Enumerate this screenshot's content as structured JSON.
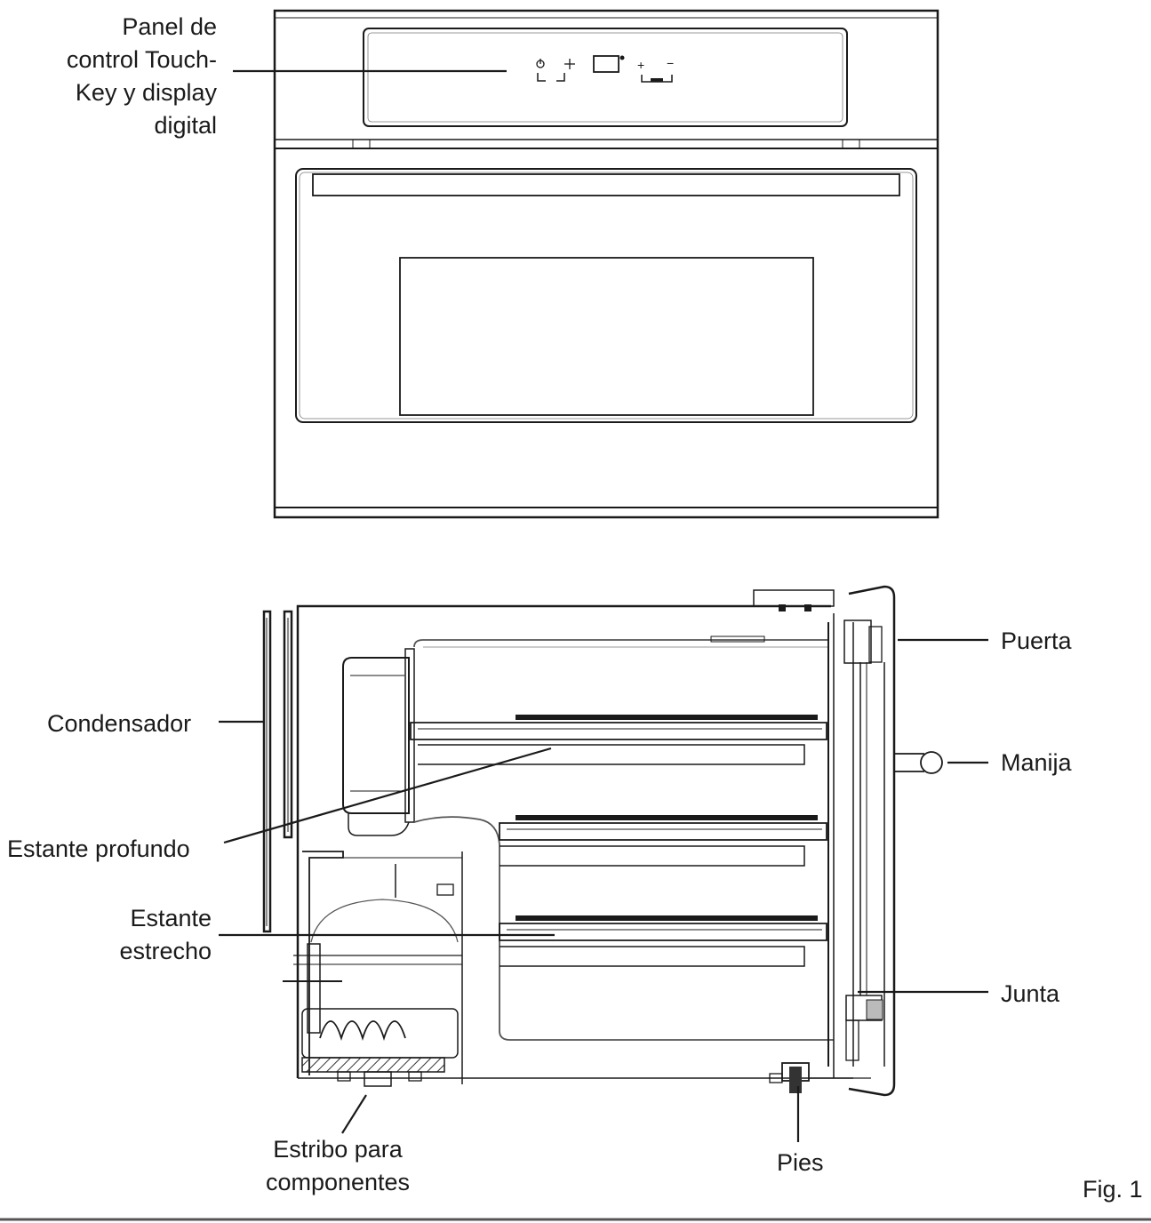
{
  "labels": {
    "panel": [
      "Panel de",
      "control Touch-",
      "Key y display",
      "digital"
    ],
    "puerta": "Puerta",
    "condensador": "Condensador",
    "manija": "Manija",
    "estante_profundo": "Estante profundo",
    "estante_estrecho": [
      "Estante",
      "estrecho"
    ],
    "junta": "Junta",
    "estribo": [
      "Estribo para",
      "componentes"
    ],
    "pies": "Pies",
    "fig": "Fig. 1"
  },
  "control_panel": {
    "plus": "+",
    "minus": "−"
  },
  "colors": {
    "line": "#1a1a1a",
    "soft_line": "#7a7a7a",
    "background": "#ffffff"
  }
}
